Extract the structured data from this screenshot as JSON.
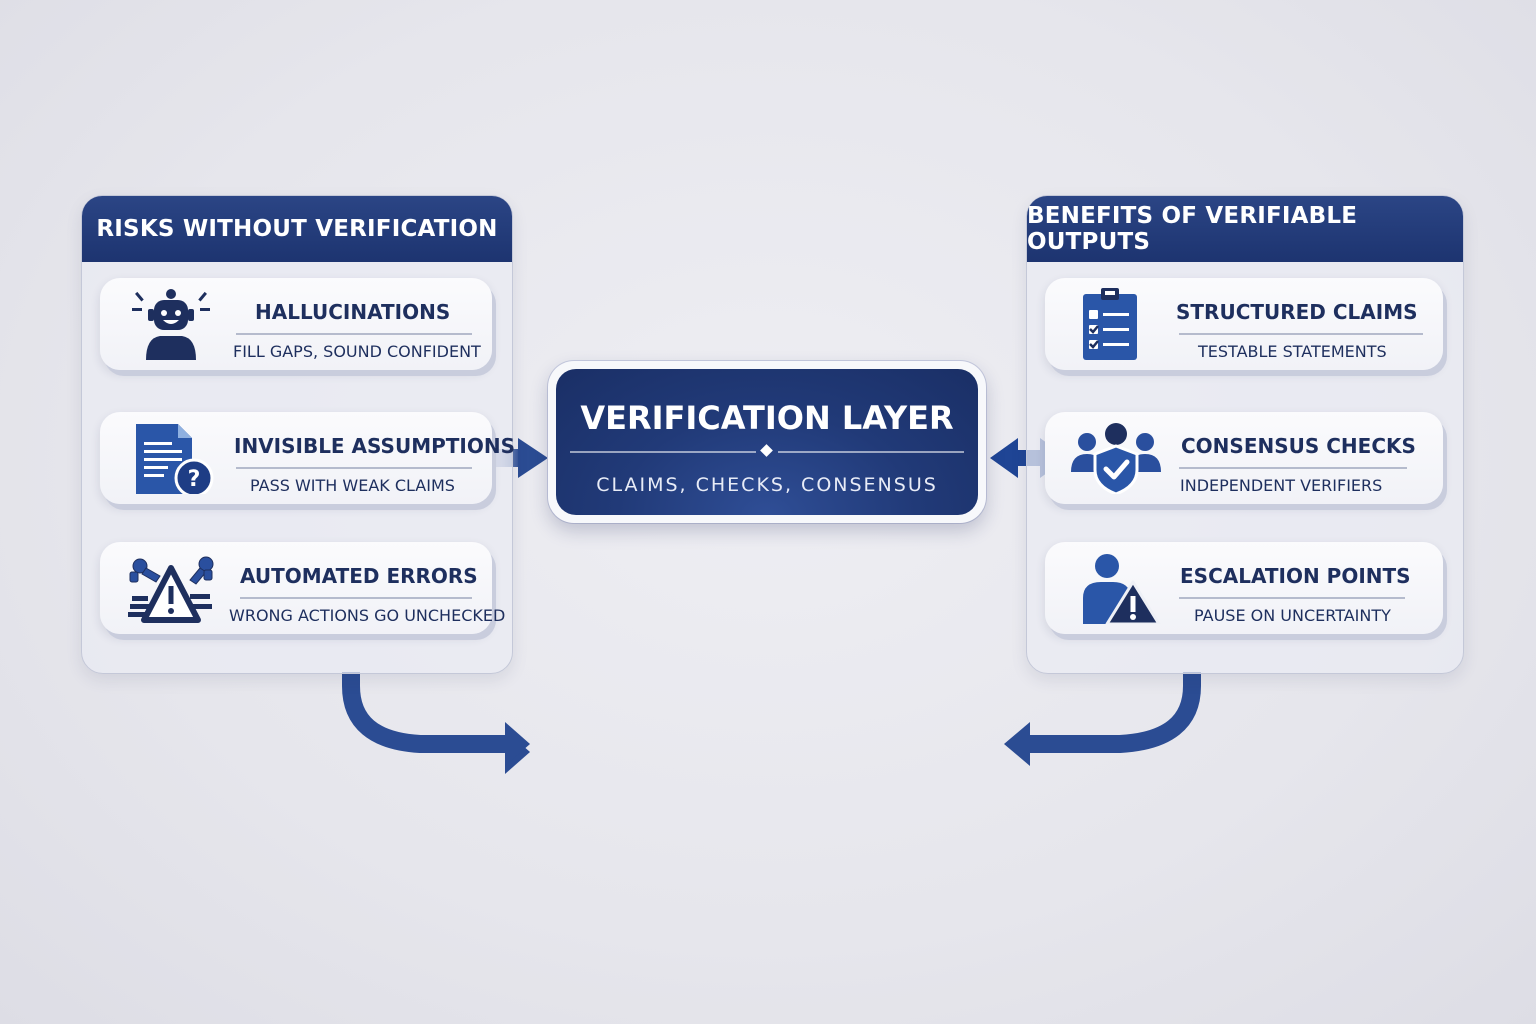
{
  "colors": {
    "navy": "#1e2f5e",
    "header_blue": "#233c7a",
    "icon_blue": "#2a4f9e",
    "arrow_blue": "#2b4c93",
    "background": "#e6e6ec"
  },
  "left_panel": {
    "title": "RISKS WITHOUT VERIFICATION",
    "items": [
      {
        "title": "HALLUCINATIONS",
        "subtitle": "FILL GAPS, SOUND CONFIDENT",
        "icon": "robot-icon"
      },
      {
        "title": "INVISIBLE ASSUMPTIONS",
        "subtitle": "PASS WITH WEAK CLAIMS",
        "icon": "document-question-icon"
      },
      {
        "title": "AUTOMATED ERRORS",
        "subtitle": "WRONG ACTIONS GO UNCHECKED",
        "icon": "robot-arms-warning-icon"
      }
    ]
  },
  "center": {
    "title": "VERIFICATION LAYER",
    "subtitle": "CLAIMS, CHECKS, CONSENSUS"
  },
  "right_panel": {
    "title": "BENEFITS OF VERIFIABLE OUTPUTS",
    "items": [
      {
        "title": "STRUCTURED CLAIMS",
        "subtitle": "TESTABLE STATEMENTS",
        "icon": "checklist-clipboard-icon"
      },
      {
        "title": "CONSENSUS CHECKS",
        "subtitle": "INDEPENDENT VERIFIERS",
        "icon": "group-shield-icon"
      },
      {
        "title": "ESCALATION POINTS",
        "subtitle": "PAUSE ON UNCERTAINTY",
        "icon": "person-warning-icon"
      }
    ]
  }
}
